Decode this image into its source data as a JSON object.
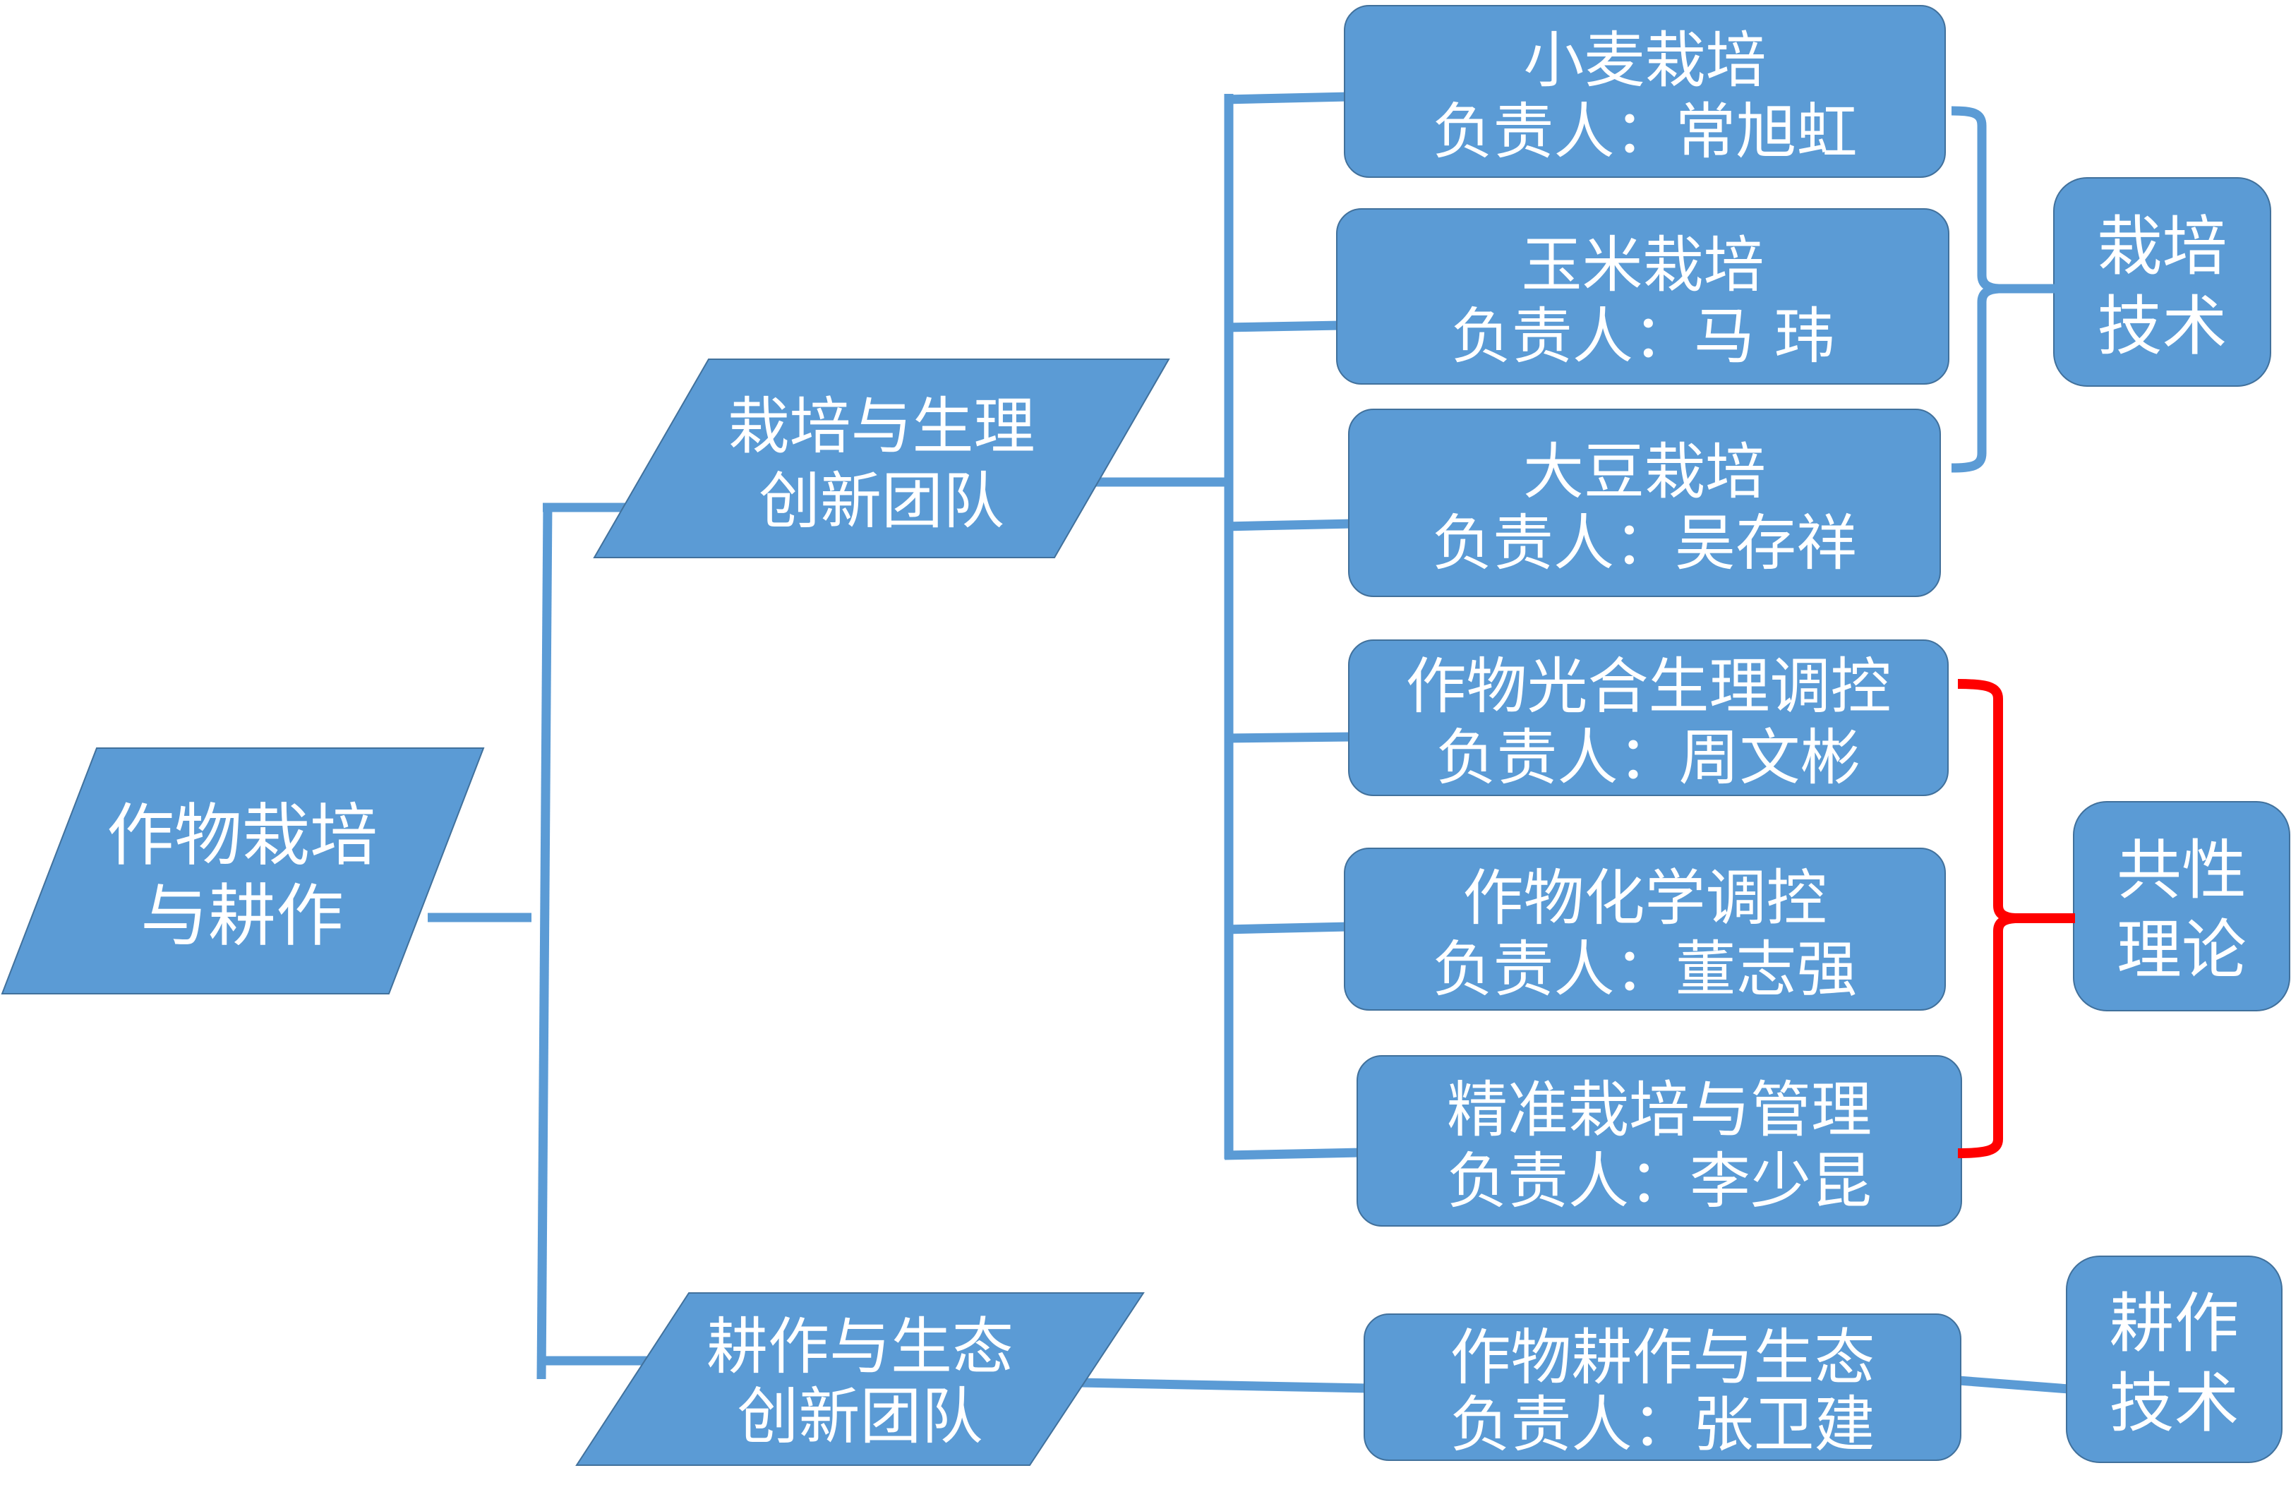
{
  "diagram": {
    "root": {
      "line1": "作物栽培",
      "line2": "与耕作"
    },
    "teams": [
      {
        "line1": "栽培与生理",
        "line2": "创新团队",
        "group_indices": [
          0,
          1,
          2,
          3,
          4,
          5
        ]
      },
      {
        "line1": "耕作与生态",
        "line2": "创新团队",
        "group_indices": [
          6
        ]
      }
    ],
    "leader_label": "负责人：",
    "groups": [
      {
        "title": "小麦栽培",
        "leader": "常旭虹"
      },
      {
        "title": "玉米栽培",
        "leader": "马 玮"
      },
      {
        "title": "大豆栽培",
        "leader": "吴存祥"
      },
      {
        "title": "作物光合生理调控",
        "leader": "周文彬"
      },
      {
        "title": "作物化学调控",
        "leader": "董志强"
      },
      {
        "title": "精准栽培与管理",
        "leader": "李少昆"
      },
      {
        "title": "作物耕作与生态",
        "leader": "张卫建"
      }
    ],
    "categories": [
      {
        "line1": "栽培",
        "line2": "技术",
        "group_indices": [
          0,
          1,
          2
        ],
        "connector": "brace"
      },
      {
        "line1": "共性",
        "line2": "理论",
        "group_indices": [
          3,
          4,
          5
        ],
        "connector": "brace"
      },
      {
        "line1": "耕作",
        "line2": "技术",
        "group_indices": [
          6
        ],
        "connector": "line"
      }
    ]
  },
  "colors": {
    "node_fill": "#5B9BD5",
    "node_border": "#41719C",
    "connector": "#5B9BD5",
    "brace_cultivation_technology": "#5B9BD5",
    "brace_common_theory": "#FF0000",
    "text": "#FFFFFF"
  }
}
